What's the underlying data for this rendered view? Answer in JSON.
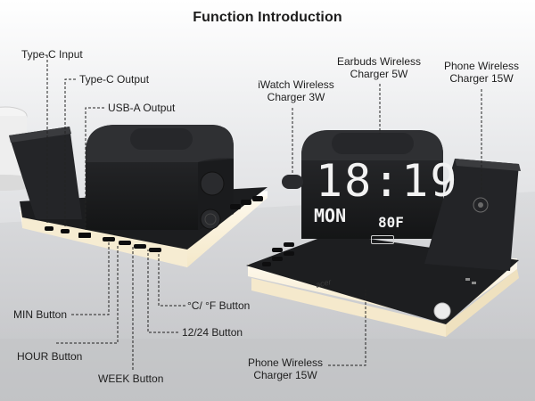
{
  "title": "Function Introduction",
  "labels": {
    "type_c_input": "Type-C Input",
    "type_c_output": "Type-C Output",
    "usb_a_output": "USB-A Output",
    "iwatch_line1": "iWatch Wireless",
    "iwatch_line2": "Charger 3W",
    "earbuds_line1": "Earbuds Wireless",
    "earbuds_line2": "Charger 5W",
    "phone_top_line1": "Phone Wireless",
    "phone_top_line2": "Charger 15W",
    "min_button": "MIN Button",
    "hour_button": "HOUR Button",
    "week_button": "WEEK Button",
    "twelve_24_button": "12/24 Button",
    "temp_button": "°C/ °F Button",
    "phone_bottom_line1": "Phone Wireless",
    "phone_bottom_line2": "Charger 15W"
  },
  "display": {
    "time": "18:19",
    "day": "MON",
    "temperature": "80F"
  },
  "brand_mark": "acer",
  "colors": {
    "background": "#d8d9dc",
    "device_body": "#1b1c1e",
    "led_glow": "#fff6df",
    "display_digits": "#f2f2f2"
  }
}
